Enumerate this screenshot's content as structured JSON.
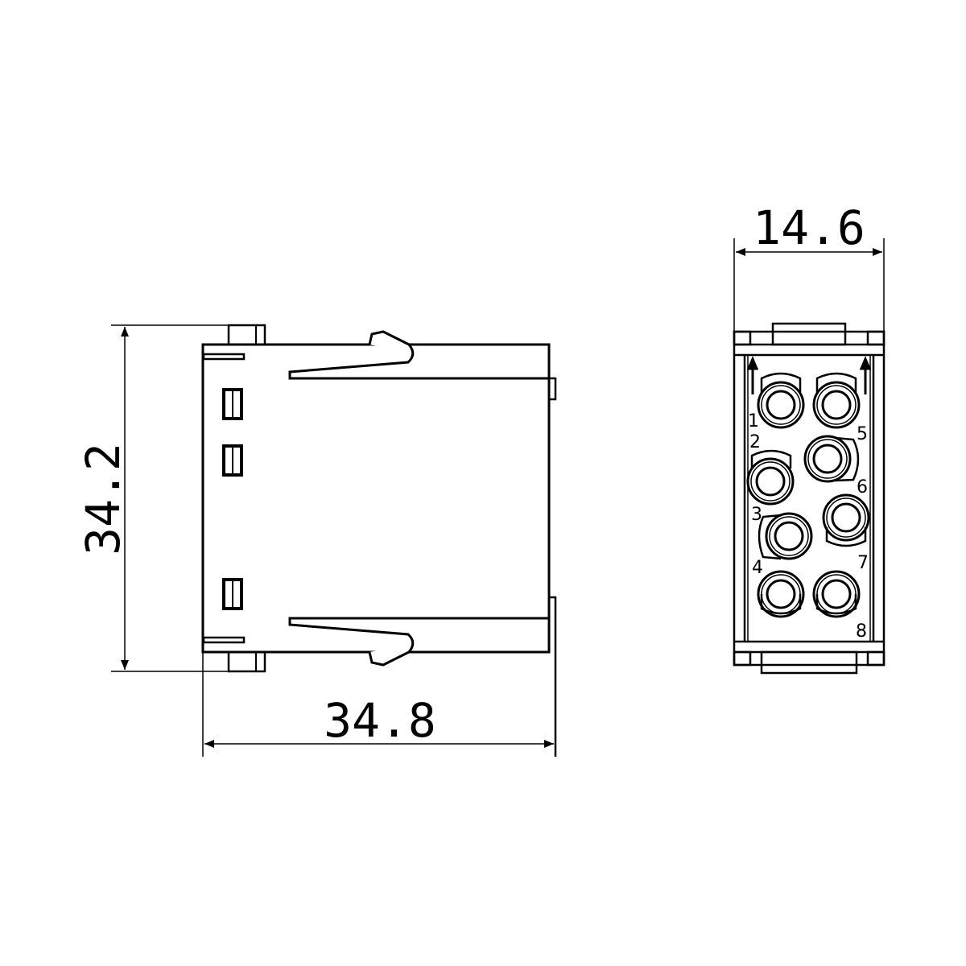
{
  "drawing": {
    "type": "connector insert technical drawing",
    "line_color": "#000000",
    "background": "#ffffff"
  },
  "side_view": {
    "height_dimension": "34.2",
    "width_dimension": "34.8"
  },
  "front_view": {
    "width_dimension": "14.6",
    "pins": [
      {
        "number": "1"
      },
      {
        "number": "2"
      },
      {
        "number": "3"
      },
      {
        "number": "4"
      },
      {
        "number": "5"
      },
      {
        "number": "6"
      },
      {
        "number": "7"
      },
      {
        "number": "8"
      }
    ]
  }
}
